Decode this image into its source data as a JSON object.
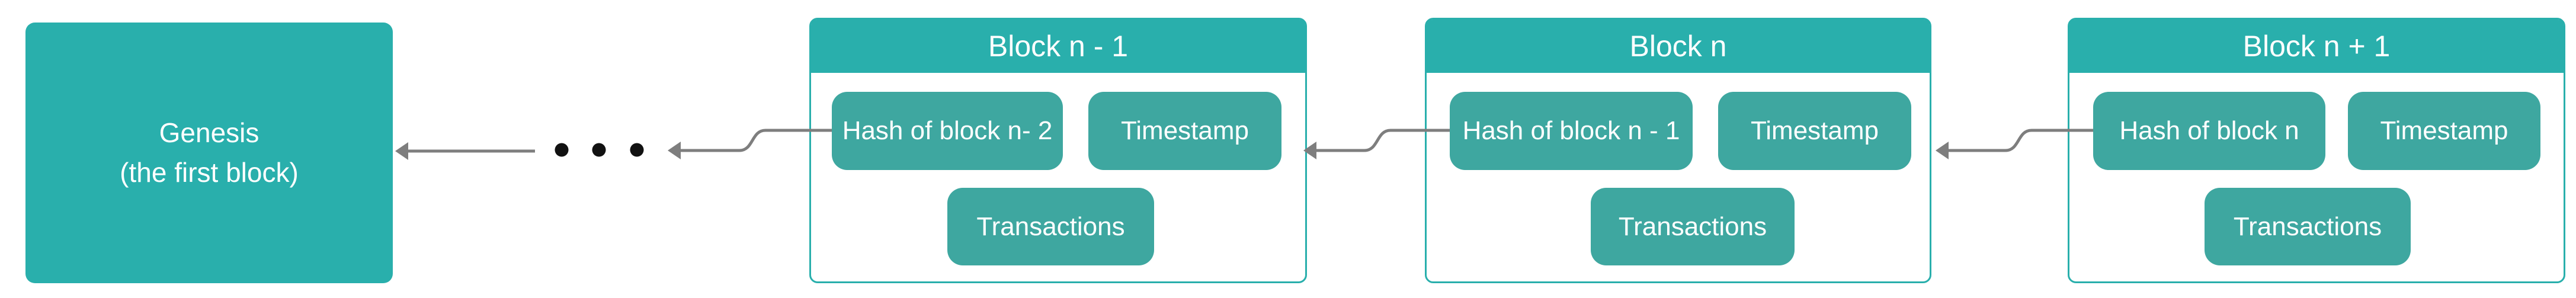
{
  "diagram": {
    "genesis": {
      "line1": "Genesis",
      "line2": "(the first block)"
    },
    "ellipsis": {
      "dot_count": 3
    },
    "blocks": [
      {
        "title": "Block n - 1",
        "hash": "Hash of block n- 2",
        "timestamp": "Timestamp",
        "transactions": "Transactions"
      },
      {
        "title": "Block n",
        "hash": "Hash of block n - 1",
        "timestamp": "Timestamp",
        "transactions": "Transactions"
      },
      {
        "title": "Block n + 1",
        "hash": "Hash of block n",
        "timestamp": "Timestamp",
        "transactions": "Transactions"
      }
    ],
    "colors": {
      "teal": "#29AFAC",
      "button_teal": "#3EA7A0",
      "arrow_gray": "#7E7E7E",
      "dot_black": "#111111",
      "text_white": "#FFFFFF",
      "body_white": "#FFFFFF"
    }
  }
}
